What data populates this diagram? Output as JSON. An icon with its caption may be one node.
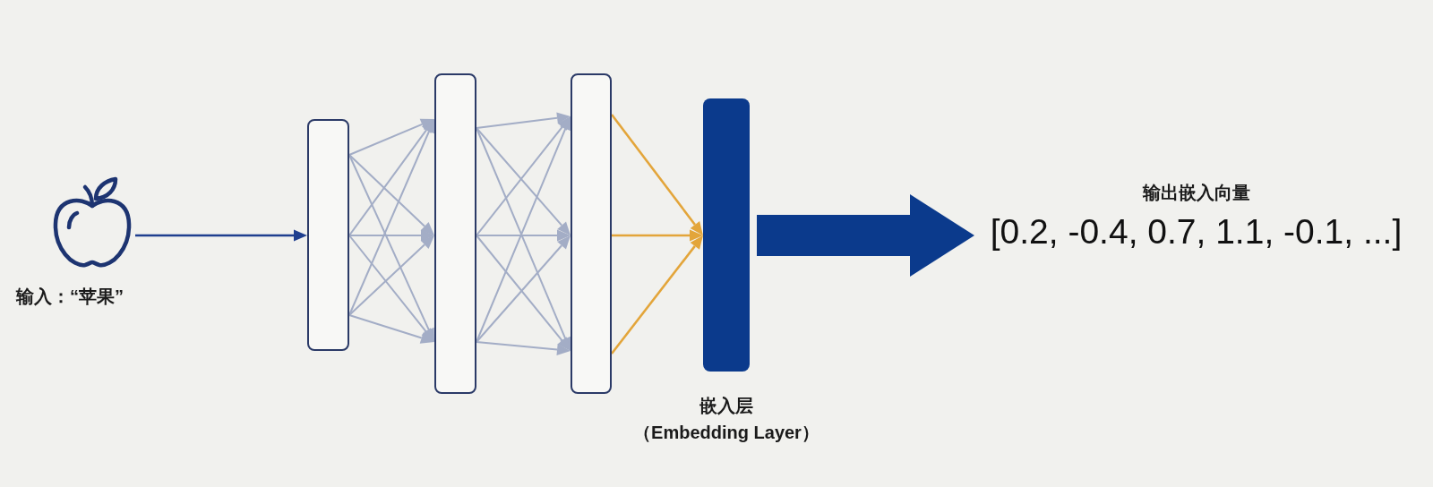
{
  "diagram": {
    "nodes": [
      {
        "text": [],
        "shape": "picture",
        "beside": [
          "输入：“苹果”"
        ]
      },
      {
        "text": [],
        "shape": "box"
      },
      {
        "text": [],
        "shape": "box"
      },
      {
        "text": [],
        "shape": "box"
      },
      {
        "text": [],
        "shape": "bar",
        "beside": [
          "嵌入层",
          "（Embedding Layer）"
        ]
      },
      {
        "text": [
          "输出嵌入向量",
          "[0.2, -0.4, 0.7, 1.1, -0.1, ...]"
        ]
      }
    ],
    "edges": [
      {
        "from": 0,
        "to": 1,
        "arrow": "to",
        "color": "#1f3f8f"
      },
      {
        "from": 1,
        "to": 2,
        "arrow": "to"
      },
      {
        "from": 1,
        "to": 2,
        "arrow": "to"
      },
      {
        "from": 1,
        "to": 2,
        "arrow": "to"
      },
      {
        "from": 1,
        "to": 2,
        "arrow": "to"
      },
      {
        "from": 1,
        "to": 2,
        "arrow": "to"
      },
      {
        "from": 1,
        "to": 2,
        "arrow": "to"
      },
      {
        "from": 1,
        "to": 2,
        "arrow": "to"
      },
      {
        "from": 1,
        "to": 2,
        "arrow": "to"
      },
      {
        "from": 1,
        "to": 2,
        "arrow": "to"
      },
      {
        "from": 2,
        "to": 3,
        "arrow": "to"
      },
      {
        "from": 2,
        "to": 3,
        "arrow": "to"
      },
      {
        "from": 2,
        "to": 3,
        "arrow": "to"
      },
      {
        "from": 2,
        "to": 3,
        "arrow": "to"
      },
      {
        "from": 2,
        "to": 3,
        "arrow": "to"
      },
      {
        "from": 2,
        "to": 3,
        "arrow": "to"
      },
      {
        "from": 2,
        "to": 3,
        "arrow": "to"
      },
      {
        "from": 2,
        "to": 3,
        "arrow": "to"
      },
      {
        "from": 2,
        "to": 3,
        "arrow": "to"
      },
      {
        "from": 3,
        "to": 4,
        "arrow": "to",
        "color": "#e3a53a"
      },
      {
        "from": 3,
        "to": 4,
        "arrow": "to",
        "color": "#e3a53a"
      },
      {
        "from": 3,
        "to": 4,
        "arrow": "to",
        "color": "#e3a53a"
      },
      {
        "from": 4,
        "to": 5,
        "arrow": "to",
        "style": "thick",
        "color": "#0b3a8c"
      }
    ]
  }
}
